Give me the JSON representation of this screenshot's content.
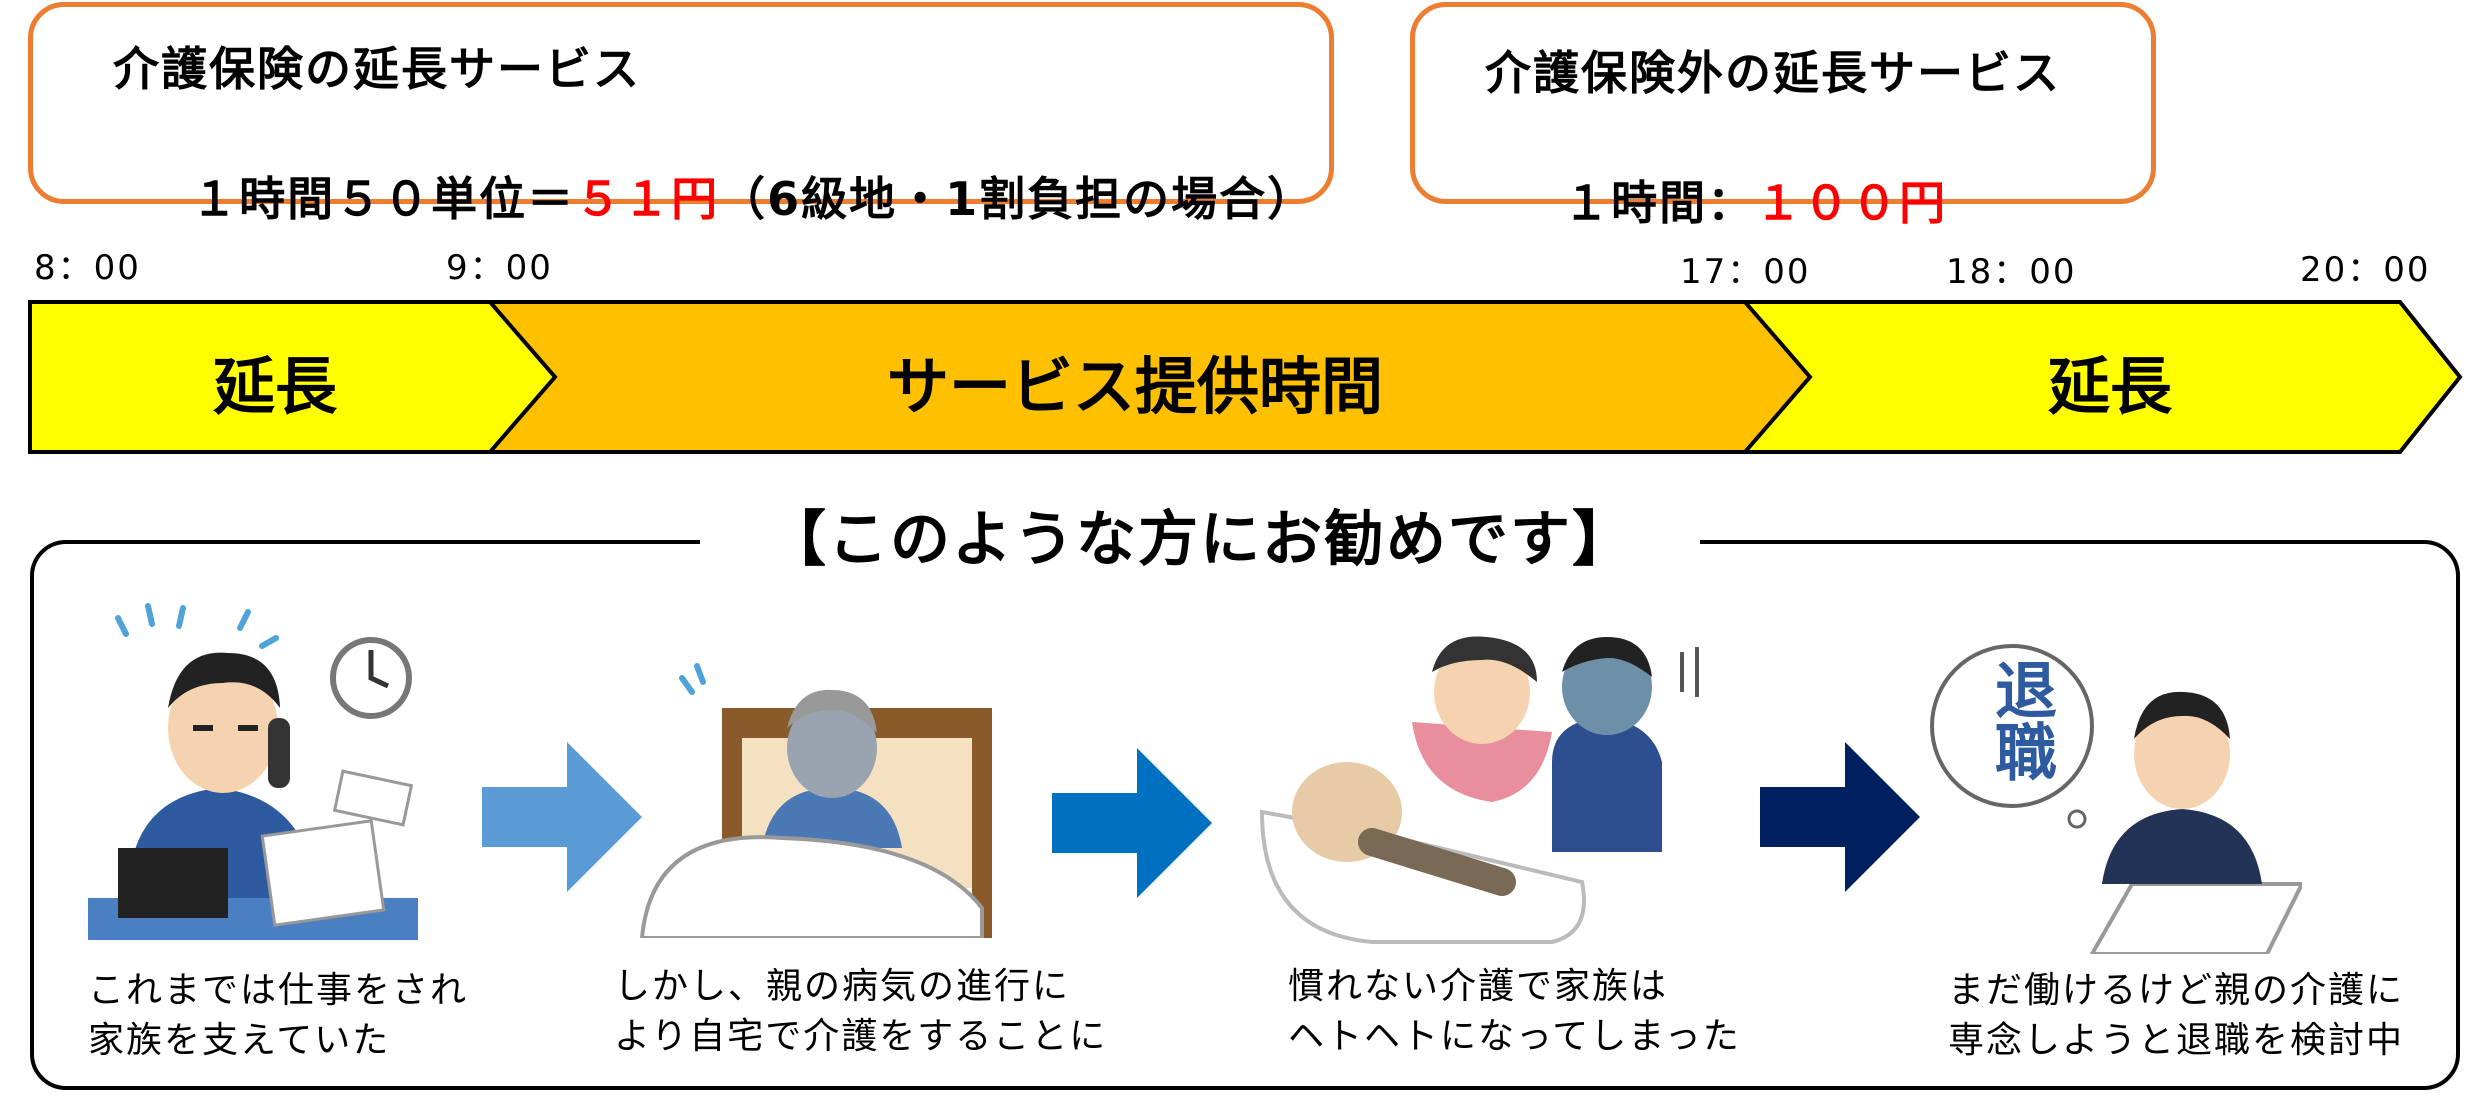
{
  "box_left": {
    "line1": "介護保険の延長サービス",
    "line2_prefix": "１時間５０単位＝",
    "line2_price": "５１円",
    "line2_suffix": "（6級地・1割負担の場合）"
  },
  "box_right": {
    "line1": "介護保険外の延長サービス",
    "line2_prefix": "１時間：",
    "line2_price": "１００円"
  },
  "timeline": {
    "times": [
      "8：00",
      "9：00",
      "17：00",
      "18：00",
      "20：00"
    ],
    "segments": [
      {
        "label": "延長",
        "color": "#FFFF00"
      },
      {
        "label": "サービス提供時間",
        "color": "#FFC000"
      },
      {
        "label": "延長",
        "color": "#FFFF00"
      }
    ]
  },
  "recommend": {
    "title": "【このような方にお勧めです】",
    "steps": [
      {
        "icon": "busy-office-worker-icon",
        "caption": "これまでは仕事をされ\n家族を支えていた"
      },
      {
        "icon": "sick-parent-in-bed-icon",
        "caption": "しかし、親の病気の進行に\nより自宅で介護をすることに"
      },
      {
        "icon": "exhausted-family-caregivers-icon",
        "caption": "慣れない介護で家族は\nヘトヘトになってしまった"
      },
      {
        "icon": "considering-retirement-icon",
        "caption": "まだ働けるけど親の介護に\n専念しようと退職を検討中",
        "bubble": "退職"
      }
    ],
    "arrow_colors": [
      "#5B9BD5",
      "#0070C0",
      "#002060"
    ]
  }
}
